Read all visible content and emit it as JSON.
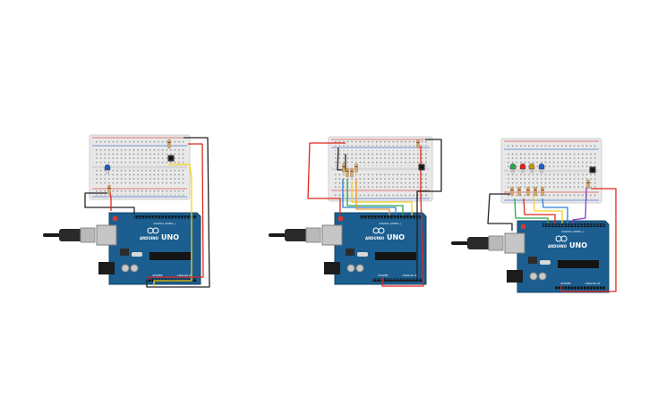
{
  "circuits": [
    {
      "id": "circuit-1",
      "leds": [
        {
          "color": "#1f5fbf"
        }
      ],
      "resistors": 2,
      "buttons": 1,
      "wires": [
        "#222222",
        "#e0261b",
        "#f2d21f",
        "#222222",
        "#e0261b"
      ]
    },
    {
      "id": "circuit-2",
      "leds": [],
      "resistors": 5,
      "buttons": 1,
      "wires": [
        "#e0261b",
        "#222222",
        "#2a7fd4",
        "#2aa84a",
        "#f2d21f",
        "#f0962a",
        "#e0261b",
        "#222222"
      ]
    },
    {
      "id": "circuit-3",
      "leds": [
        {
          "color": "#2aa84a"
        },
        {
          "color": "#e0261b"
        },
        {
          "color": "#c8960e"
        },
        {
          "color": "#1f5fbf"
        }
      ],
      "resistors": 6,
      "buttons": 1,
      "wires": [
        "#222222",
        "#2aa84a",
        "#e0261b",
        "#f2d21f",
        "#2a7fd4",
        "#8a3ac2",
        "#e0261b"
      ]
    }
  ],
  "board": {
    "color": "#1b5e8f",
    "brand_text": "ARDUINO",
    "model_text": "UNO",
    "header_text": "DIGITAL (PWM~)",
    "power_text": "POWER",
    "analog_text": "ANALOG IN"
  },
  "colors": {
    "breadboard": "#e9e9e9",
    "rail_red": "#d9534f",
    "rail_blue": "#4a78c8",
    "usb_cable": "#1a1a1a"
  }
}
